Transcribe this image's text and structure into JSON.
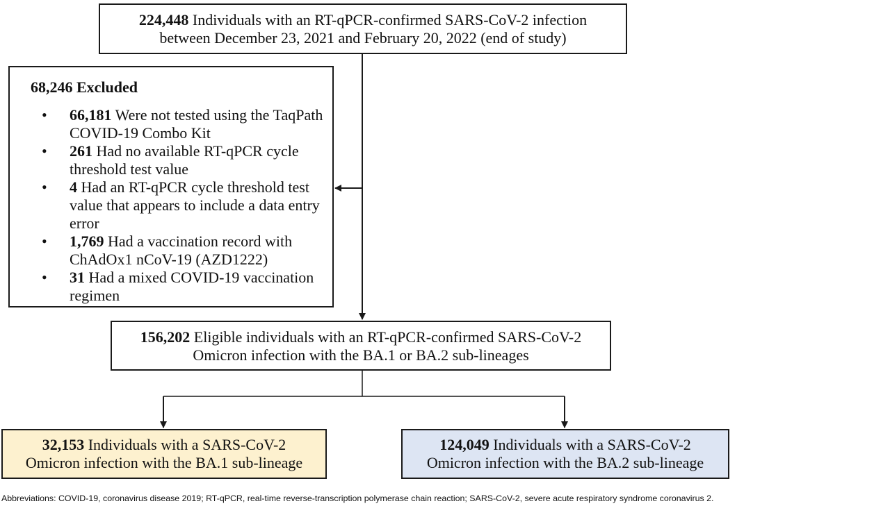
{
  "colors": {
    "ba1_fill": "#fdf1cf",
    "ba2_fill": "#dde5f3",
    "line": "#1a1a1a"
  },
  "top_box": {
    "count": "224,448",
    "line1_text": " Individuals with an RT-qPCR-confirmed SARS-CoV-2 infection",
    "line2": "between December 23, 2021 and February 20, 2022 (end of study)"
  },
  "excluded": {
    "title": "68,246 Excluded",
    "items": [
      {
        "count": "66,181",
        "text": " Were not tested using the TaqPath COVID-19 Combo Kit"
      },
      {
        "count": "261",
        "text": " Had no available RT-qPCR cycle threshold test value"
      },
      {
        "count": "4",
        "text": " Had an RT-qPCR cycle threshold test value that appears to include a data entry error"
      },
      {
        "count": "1,769",
        "text": " Had a vaccination record with ChAdOx1 nCoV-19 (AZD1222)"
      },
      {
        "count": "31",
        "text": " Had a mixed COVID-19 vaccination regimen"
      }
    ]
  },
  "eligible_box": {
    "count": "156,202",
    "line1_text": " Eligible individuals with an RT-qPCR-confirmed SARS-CoV-2",
    "line2": "Omicron infection with the BA.1 or BA.2 sub-lineages"
  },
  "ba1_box": {
    "count": "32,153",
    "line1_text": " Individuals with a SARS-CoV-2",
    "line2": "Omicron infection with the BA.1 sub-lineage"
  },
  "ba2_box": {
    "count": "124,049",
    "line1_text": " Individuals with a SARS-CoV-2",
    "line2": "Omicron infection with the BA.2 sub-lineage"
  },
  "footnote": "Abbreviations: COVID-19, coronavirus disease 2019; RT-qPCR, real-time reverse-transcription polymerase chain reaction; SARS-CoV-2, severe acute respiratory syndrome coronavirus 2."
}
